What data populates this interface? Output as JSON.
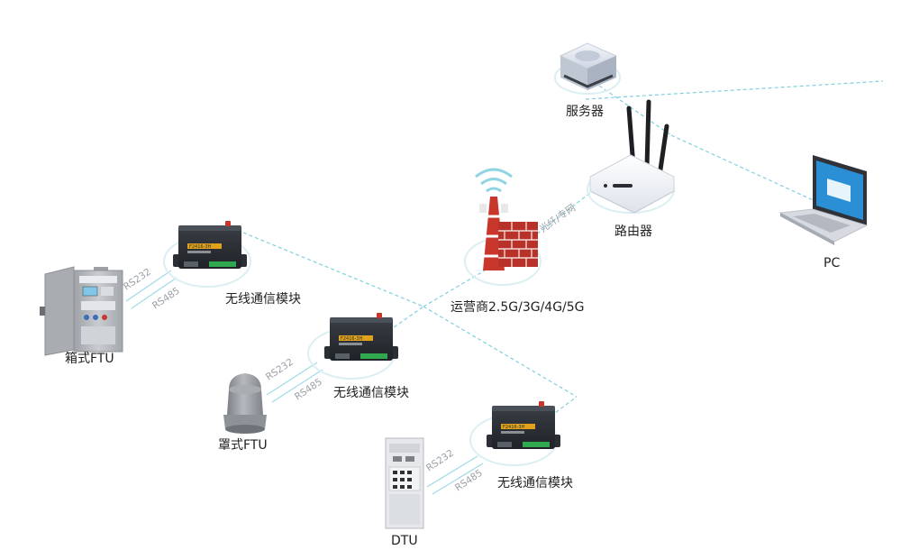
{
  "labels": {
    "server": "服务器",
    "router": "路由器",
    "pc": "PC",
    "carrier": "运营商2.5G/3G/4G/5G",
    "fiber": "光纤/专网",
    "module_1": "无线通信模块",
    "module_2": "无线通信模块",
    "module_3": "无线通信模块",
    "box_ftu": "箱式FTU",
    "cover_ftu": "罩式FTU",
    "dtu": "DTU"
  },
  "links": {
    "rs232": "RS232",
    "rs485": "RS485"
  },
  "device_text": {
    "module_model": "F2416-3H"
  },
  "colors": {
    "dashed_line": "#7fd0de",
    "halo": "#dbeff3",
    "module_body": "#2b2f35",
    "module_label": "#e0a21a",
    "terminal_green": "#2fa84f",
    "tower_red": "#c9372c",
    "cabinet_gray": "#b9bcc0"
  }
}
